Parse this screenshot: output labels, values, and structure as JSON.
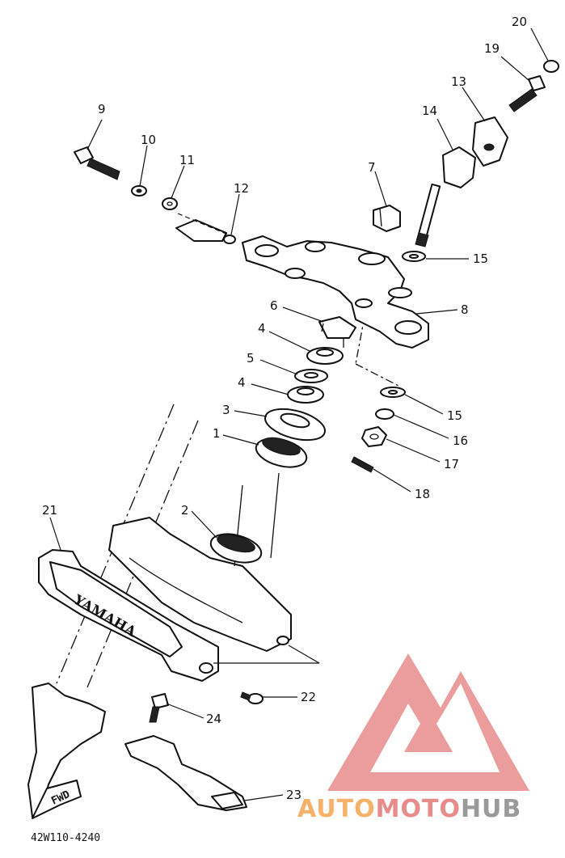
{
  "diagram_code": "42W110-4240",
  "brand": {
    "auto": "AUTO",
    "moto": "MOTO",
    "hub": "HUB"
  },
  "embossed_text": "YAMAHA",
  "fwd_label": "FWD",
  "callouts": {
    "c1": "1",
    "c2": "2",
    "c3": "3",
    "c4a": "4",
    "c4b": "4",
    "c5": "5",
    "c6": "6",
    "c7": "7",
    "c8": "8",
    "c9": "9",
    "c10": "10",
    "c11": "11",
    "c12": "12",
    "c13": "13",
    "c14": "14",
    "c15a": "15",
    "c15b": "15",
    "c16": "16",
    "c17": "17",
    "c18": "18",
    "c19": "19",
    "c20": "20",
    "c21": "21",
    "c22": "22",
    "c23": "23",
    "c24": "24"
  },
  "colors": {
    "logo_orange": "#f6b26b",
    "logo_red": "#e88b8b",
    "logo_grey": "#9a9a9a"
  }
}
